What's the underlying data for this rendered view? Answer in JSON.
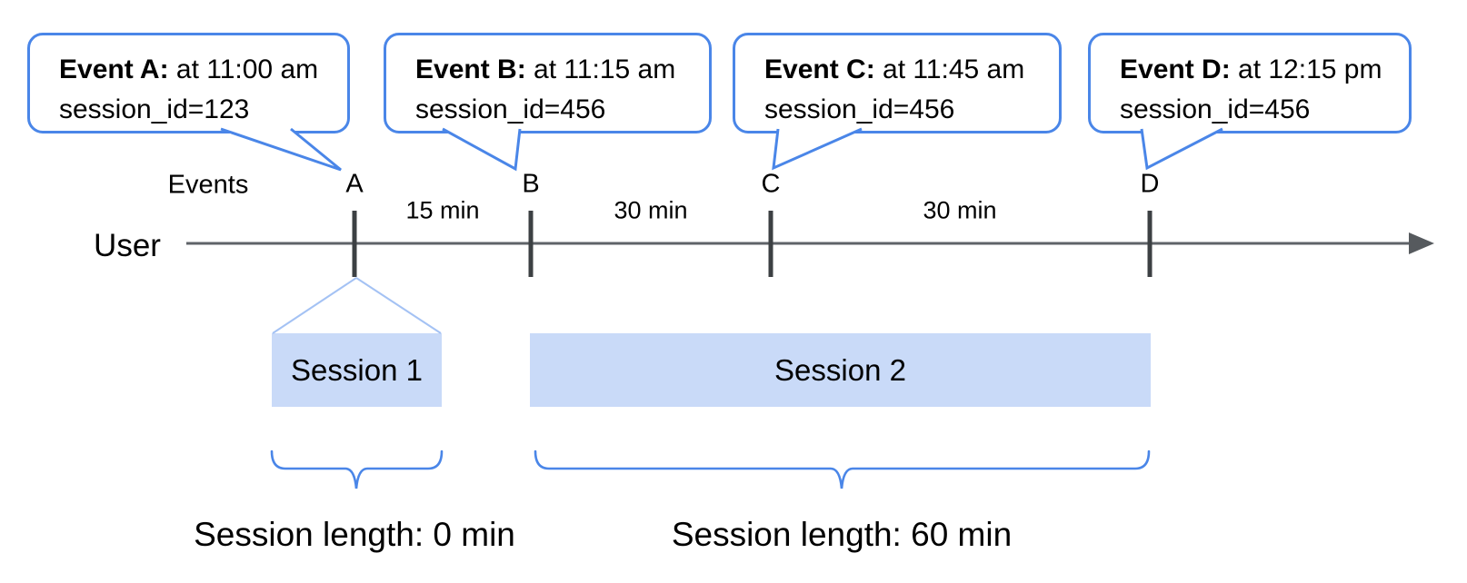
{
  "diagram": {
    "axis": {
      "events_label": "Events",
      "user_label": "User"
    },
    "events": [
      {
        "letter": "A",
        "title": "Event A:",
        "time_text": " at 11:00 am",
        "session_text": "session_id=123"
      },
      {
        "letter": "B",
        "title": "Event B:",
        "time_text": " at 11:15 am",
        "session_text": "session_id=456"
      },
      {
        "letter": "C",
        "title": "Event C:",
        "time_text": " at 11:45 am",
        "session_text": "session_id=456"
      },
      {
        "letter": "D",
        "title": "Event D:",
        "time_text": " at 12:15 pm",
        "session_text": "session_id=456"
      }
    ],
    "intervals": [
      {
        "label": "15 min"
      },
      {
        "label": "30 min"
      },
      {
        "label": "30 min"
      }
    ],
    "sessions": [
      {
        "label": "Session 1",
        "length_label": "Session length: 0 min"
      },
      {
        "label": "Session 2",
        "length_label": "Session length: 60 min"
      }
    ],
    "colors": {
      "accent_blue": "#4a86e8",
      "funnel_blue": "#a4c2f4",
      "session_fill": "#c9daf8",
      "timeline_gray": "#5f6368",
      "tick_gray": "#3c4043",
      "text_black": "#000000"
    }
  }
}
